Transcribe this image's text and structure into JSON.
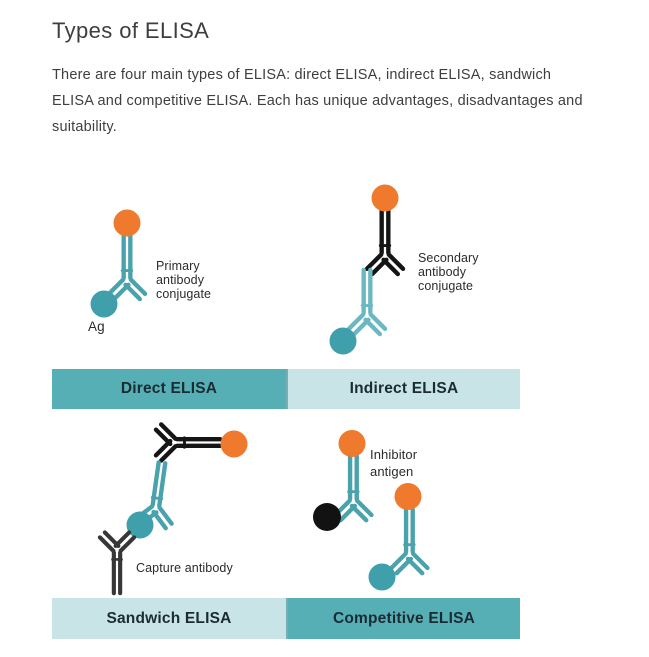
{
  "page": {
    "title": "Types of ELISA",
    "intro": "There are four main types of ELISA: direct ELISA, indirect ELISA, sandwich ELISA and competitive ELISA. Each has unique advantages, disadvantages and suitability."
  },
  "diagram": {
    "direct": {
      "banner": "Direct ELISA",
      "antibody_label": "Primary\nantibody\nconjugate",
      "antigen_label": "Ag"
    },
    "indirect": {
      "banner": "Indirect ELISA",
      "antibody_label": "Secondary\nantibody\nconjugate"
    },
    "sandwich": {
      "banner": "Sandwich ELISA",
      "antibody_label": "Capture antibody"
    },
    "competitive": {
      "banner": "Competitive ELISA",
      "antibody_label": "Inhibitor\nantigen"
    }
  },
  "colors": {
    "enzyme_orange": "#ef7a2d",
    "antibody_teal": "#4aa3ac",
    "antibody_teal_light": "#6bb8c0",
    "antibody_black": "#151515",
    "capture_antibody_gray": "#373737",
    "antigen_teal": "#3f9fab",
    "inhibitor_black": "#121212",
    "banner_dark_teal": "#57afb6",
    "banner_light_teal": "#c9e4e6",
    "banner_text": "#1a2b33",
    "body_text": "#3e3e3e"
  }
}
